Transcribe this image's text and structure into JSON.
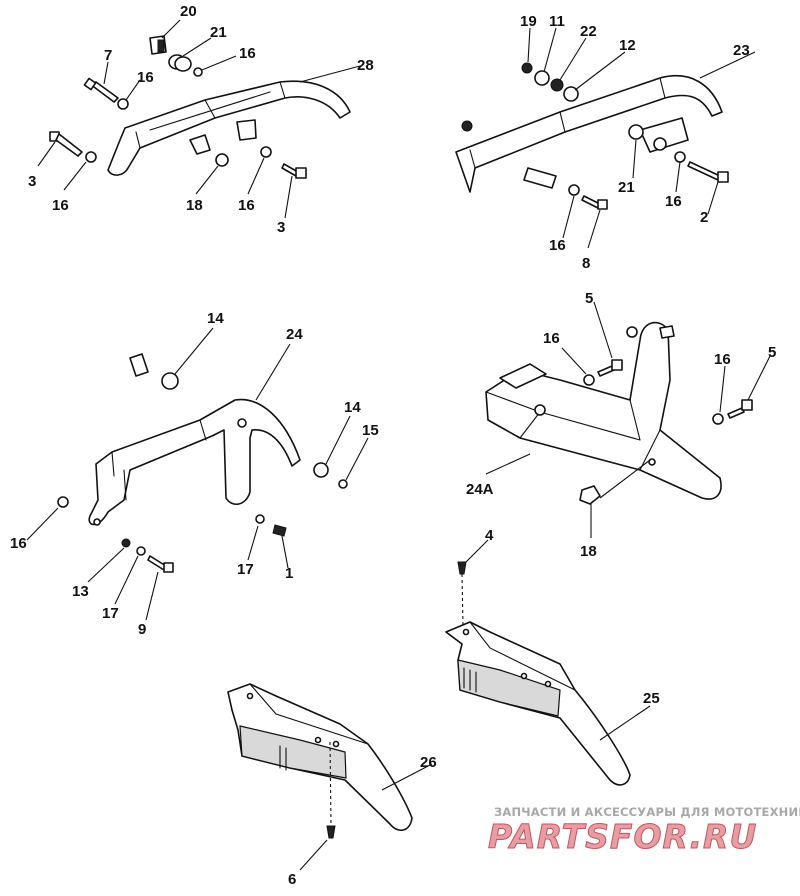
{
  "diagram": {
    "callouts": {
      "c20": "20",
      "c21a": "21",
      "c16a": "16",
      "c7": "7",
      "c16b": "16",
      "c28": "28",
      "c3a": "3",
      "c16c": "16",
      "c18a": "18",
      "c16d": "16",
      "c3b": "3",
      "c19": "19",
      "c11": "11",
      "c22": "22",
      "c12": "12",
      "c23": "23",
      "c21b": "21",
      "c16e": "16",
      "c2": "2",
      "c16f": "16",
      "c8": "8",
      "c14a": "14",
      "c24": "24",
      "c14b": "14",
      "c15": "15",
      "c16g": "16",
      "c13": "13",
      "c17a": "17",
      "c9": "9",
      "c17b": "17",
      "c1": "1",
      "c5a": "5",
      "c16h": "16",
      "c16i": "16",
      "c5b": "5",
      "c24a": "24A",
      "c18b": "18",
      "c4": "4",
      "c25": "25",
      "c26": "26",
      "c6": "6"
    },
    "watermark": {
      "subtitle": "ЗАПЧАСТИ И АКСЕССУАРЫ ДЛЯ МОТОТЕХНИКИ",
      "logo": "PARTSFOR.RU"
    }
  }
}
